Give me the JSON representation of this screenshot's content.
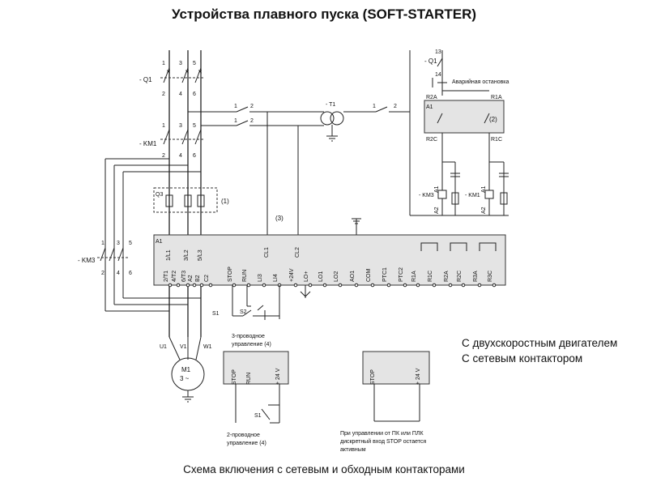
{
  "title": "Устройства плавного пуска (SOFT-STARTER)",
  "caption": "Схема включения с сетевым и обходным контакторами",
  "side_notes": [
    "С двухскоростным двигателем",
    "С сетевым контактором"
  ],
  "labels": {
    "q1_left": "- Q1",
    "km1_left": "- KM1",
    "km3_left": "- KM3",
    "q3": "Q3",
    "a1": "A1",
    "t1": "- T1",
    "q1_right": "- Q1",
    "emergency": "Аварийная остановка",
    "r2a": "R2A",
    "r1a": "R1A",
    "r2c": "R2C",
    "r1c": "R1C",
    "km3_right": "- KM3",
    "km1_right": "- KM1",
    "m1": "M1",
    "m1_sub": "3 ~",
    "s1": "S1",
    "s2": "S2",
    "s1b": "S1",
    "note1": "(1)",
    "note2": "(2)",
    "note3": "(3)"
  },
  "three_wire": [
    "3-проводное",
    "управление (4)"
  ],
  "two_wire": [
    "2-проводное",
    "управление (4)"
  ],
  "plc_note": [
    "При управлении от ПК или ПЛК",
    "дискретный вход STOP остается",
    "активным"
  ],
  "top_terminals": [
    "1/L1",
    "3/L2",
    "5/L3",
    "CL1",
    "CL2"
  ],
  "bottom_terminals": [
    "2/T1",
    "4/T2",
    "6/T3",
    "A2",
    "B2",
    "C2",
    "STOP",
    "RUN",
    "LI3",
    "LI4",
    "+24V",
    "LO+",
    "LO1",
    "LO2",
    "AO1",
    "COM",
    "PTC1",
    "PTC2",
    "R1A",
    "R1C",
    "R2A",
    "R2C",
    "R3A",
    "R3C"
  ],
  "three_wire_box": [
    "STOP",
    "RUN",
    "+ 24 V"
  ],
  "plc_box": [
    "STOP",
    "+ 24 V"
  ],
  "q1_pins_top": [
    "1",
    "3",
    "5"
  ],
  "q1_pins_bottom": [
    "2",
    "4",
    "6"
  ],
  "km3_pins_top": [
    "1",
    "3",
    "5"
  ],
  "km3_pins_bottom": [
    "2",
    "4",
    "6"
  ],
  "motor_terminals": [
    "U1",
    "V1",
    "W1"
  ],
  "switch_pins": [
    "1",
    "2"
  ],
  "q1_right_pins": [
    "13",
    "14"
  ],
  "coil_pins": [
    "A1",
    "A2"
  ]
}
